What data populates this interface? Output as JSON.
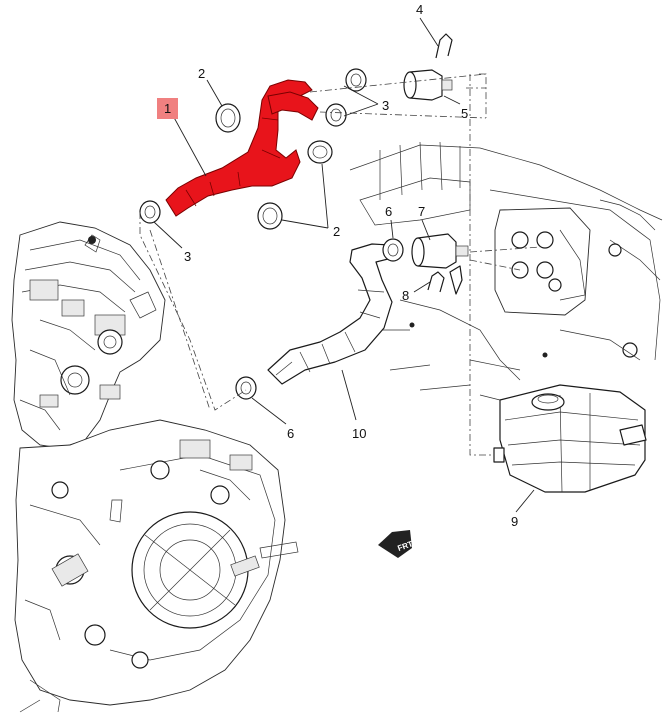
{
  "callouts": {
    "item1": "1",
    "item2_top": "2",
    "item2_bottom": "2",
    "item3_top": "3",
    "item3_left": "3",
    "item4": "4",
    "item5": "5",
    "item6_top": "6",
    "item6_bottom": "6",
    "item7": "7",
    "item8": "8",
    "item9": "9",
    "item10": "10"
  },
  "direction_marker": "FRT",
  "highlight_color": "#e8141b",
  "callout_highlight_color": "#f08080",
  "icons": [
    "front-arrow-icon"
  ]
}
